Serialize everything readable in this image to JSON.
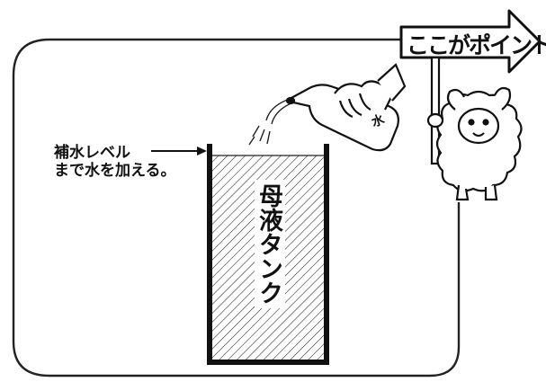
{
  "annotation": {
    "line1": "補水レベル",
    "line2": "まで水を加える。"
  },
  "tank": {
    "label": "母液タンク"
  },
  "sign": {
    "text": "ここがポイント"
  },
  "bottle": {
    "label": "水"
  }
}
